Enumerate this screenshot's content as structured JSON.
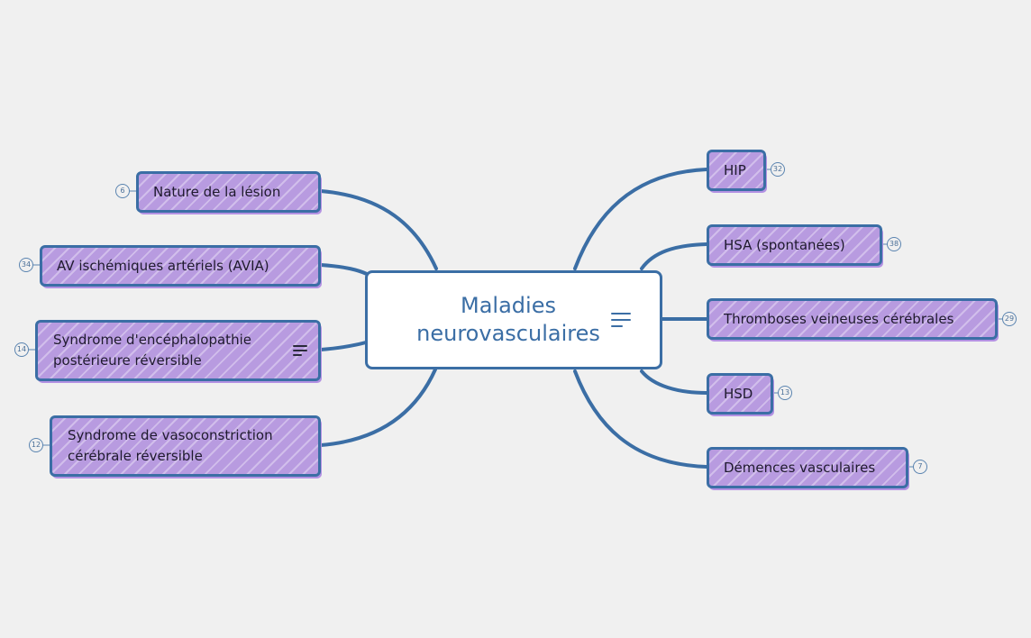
{
  "map": {
    "central": {
      "label": "Maladies neurovasculaires",
      "has_notes": true
    },
    "topics": [
      {
        "id": "nature",
        "label": "Nature de la lésion",
        "count": "6",
        "side": "left"
      },
      {
        "id": "avia",
        "label": "AV ischémiques artériels (AVIA)",
        "count": "34",
        "side": "left"
      },
      {
        "id": "sepr",
        "label": "Syndrome d'encéphalopathie postérieure réversible",
        "line1": "Syndrome d'encéphalopathie",
        "line2": "postérieure réversible",
        "count": "14",
        "side": "left",
        "has_notes": true
      },
      {
        "id": "svcr",
        "label": "Syndrome de vasoconstriction cérébrale réversible",
        "line1": "Syndrome de vasoconstriction",
        "line2": "cérébrale réversible",
        "count": "12",
        "side": "left"
      },
      {
        "id": "hip",
        "label": "HIP",
        "count": "32",
        "side": "right"
      },
      {
        "id": "hsa",
        "label": "HSA (spontanées)",
        "count": "38",
        "side": "right"
      },
      {
        "id": "tvc",
        "label": "Thromboses veineuses cérébrales",
        "count": "29",
        "side": "right"
      },
      {
        "id": "hsd",
        "label": "HSD",
        "count": "13",
        "side": "right"
      },
      {
        "id": "dem",
        "label": "Démences vasculaires",
        "count": "7",
        "side": "right"
      }
    ]
  },
  "colors": {
    "background": "#f0f0f0",
    "branch": "#3b6ea5",
    "topic_fill": "#b89be0",
    "central_fill": "#ffffff",
    "central_text": "#3b6ea5"
  },
  "icons": {
    "notes": "notes-lines-icon"
  }
}
